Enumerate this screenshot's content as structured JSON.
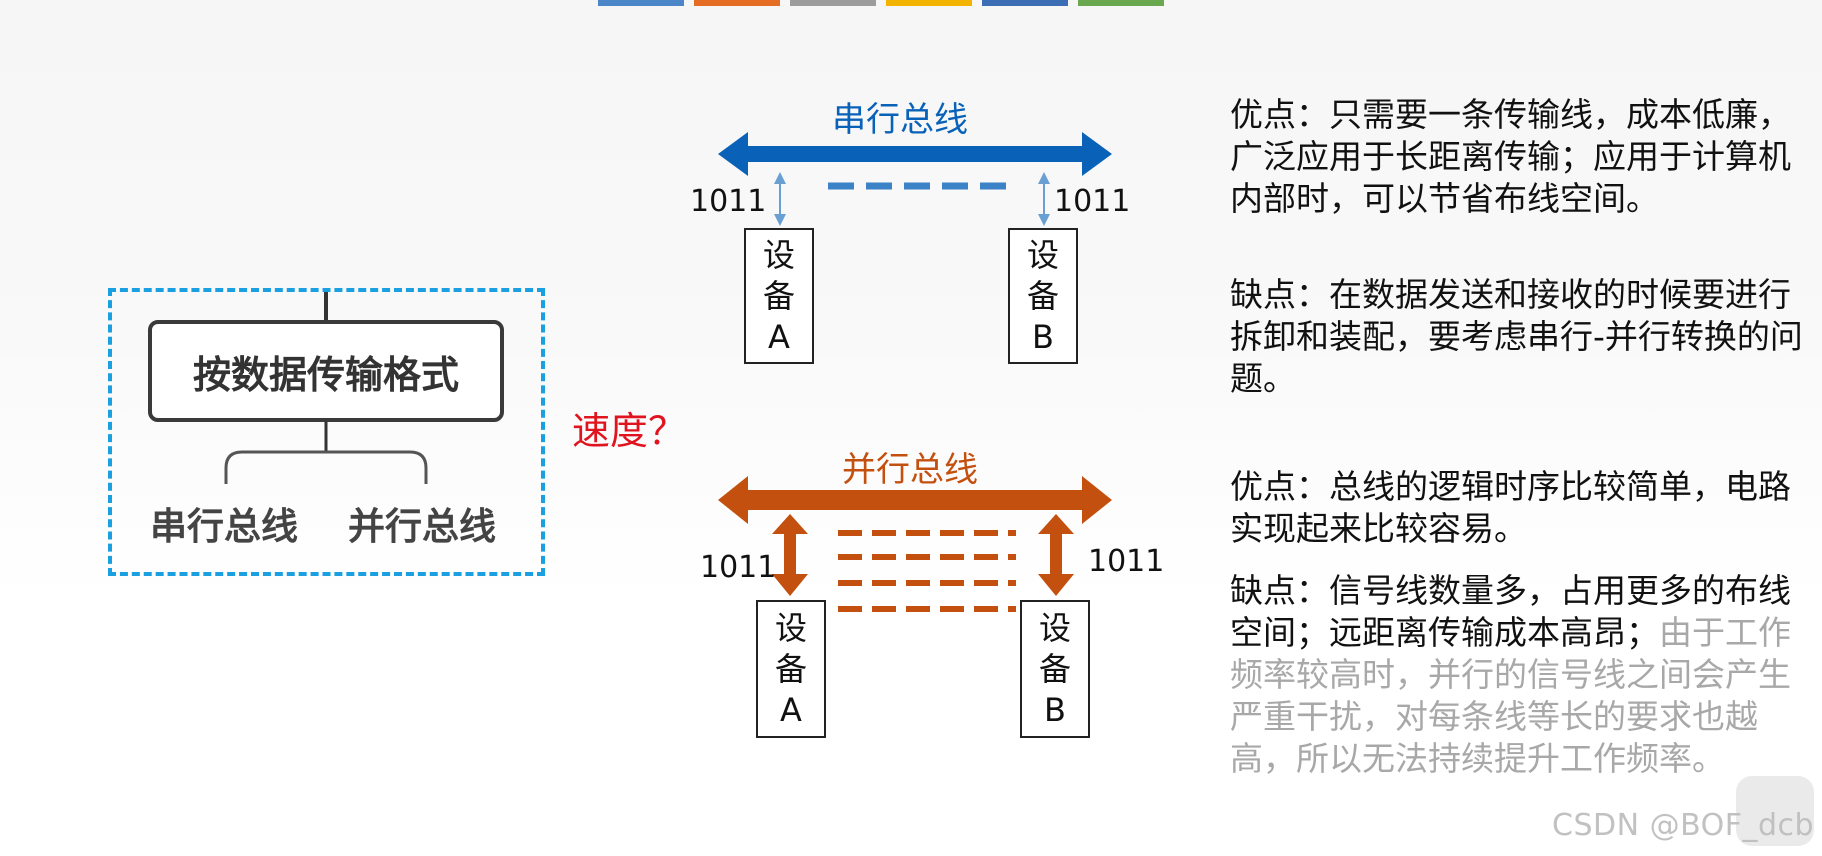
{
  "classification": {
    "root": "按数据传输格式",
    "children": [
      "串行总线",
      "并行总线"
    ]
  },
  "question": "速度？",
  "serial": {
    "title": "串行总线",
    "left_value": "1011",
    "right_value": "1011",
    "device_a": [
      "设",
      "备",
      "A"
    ],
    "device_b": [
      "设",
      "备",
      "B"
    ],
    "color": "#0a62b8",
    "advantages": "优点：只需要一条传输线，成本低廉，广泛应用于长距离传输；应用于计算机内部时，可以节省布线空间。",
    "disadvantages": "缺点：在数据发送和接收的时候要进行拆卸和装配，要考虑串行-并行转换的问题。"
  },
  "parallel": {
    "title": "并行总线",
    "left_value": "1011",
    "right_value": "1011",
    "device_a": [
      "设",
      "备",
      "A"
    ],
    "device_b": [
      "设",
      "备",
      "B"
    ],
    "color": "#c4500f",
    "advantages": "优点：总线的逻辑时序比较简单，电路实现起来比较容易。",
    "disadvantages_dark": "缺点：信号线数量多，占用更多的布线空间；远距离传输成本高昂；",
    "disadvantages_faded": "由于工作频率较高时，并行的信号线之间会产生严重干扰，对每条线等长的要求也越高，所以无法持续提升工作频率。"
  },
  "watermark": "CSDN @BOF_dcb",
  "colors": {
    "dashed_border": "#1a9fe0",
    "question": "#e0141e",
    "top_tabs": [
      "#4a86c8",
      "#e46c23",
      "#9c9c9c",
      "#f3b400",
      "#3d6db5",
      "#6aa84f"
    ]
  }
}
